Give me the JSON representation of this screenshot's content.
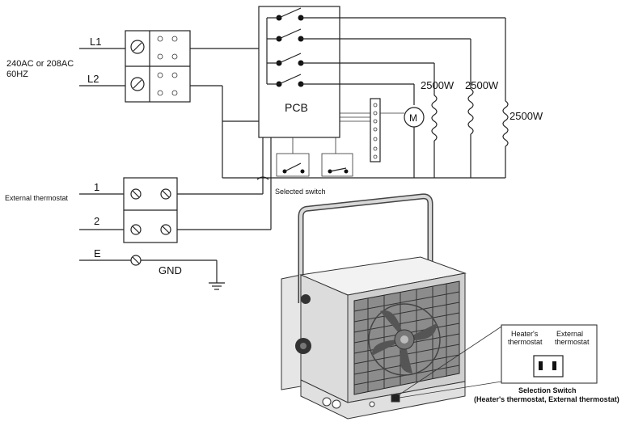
{
  "supply": {
    "voltage": "240AC or 208AC",
    "frequency": "60HZ",
    "line1": "L1",
    "line2": "L2"
  },
  "pcb": {
    "label": "PCB"
  },
  "elements": [
    {
      "label": "2500W"
    },
    {
      "label": "2500W"
    },
    {
      "label": "2500W"
    }
  ],
  "motor": {
    "label": "M"
  },
  "selected_switch": {
    "label": "Selected switch"
  },
  "thermostat": {
    "label": "External thermostat",
    "terminal1": "1",
    "terminal2": "2"
  },
  "ground": {
    "terminal": "E",
    "label": "GND"
  },
  "selection_switch": {
    "left_label_line1": "Heater's",
    "left_label_line2": "thermostat",
    "right_label_line1": "External",
    "right_label_line2": "thermostat",
    "caption_line1": "Selection Switch",
    "caption_line2": "(Heater's thermostat, External thermostat)"
  }
}
